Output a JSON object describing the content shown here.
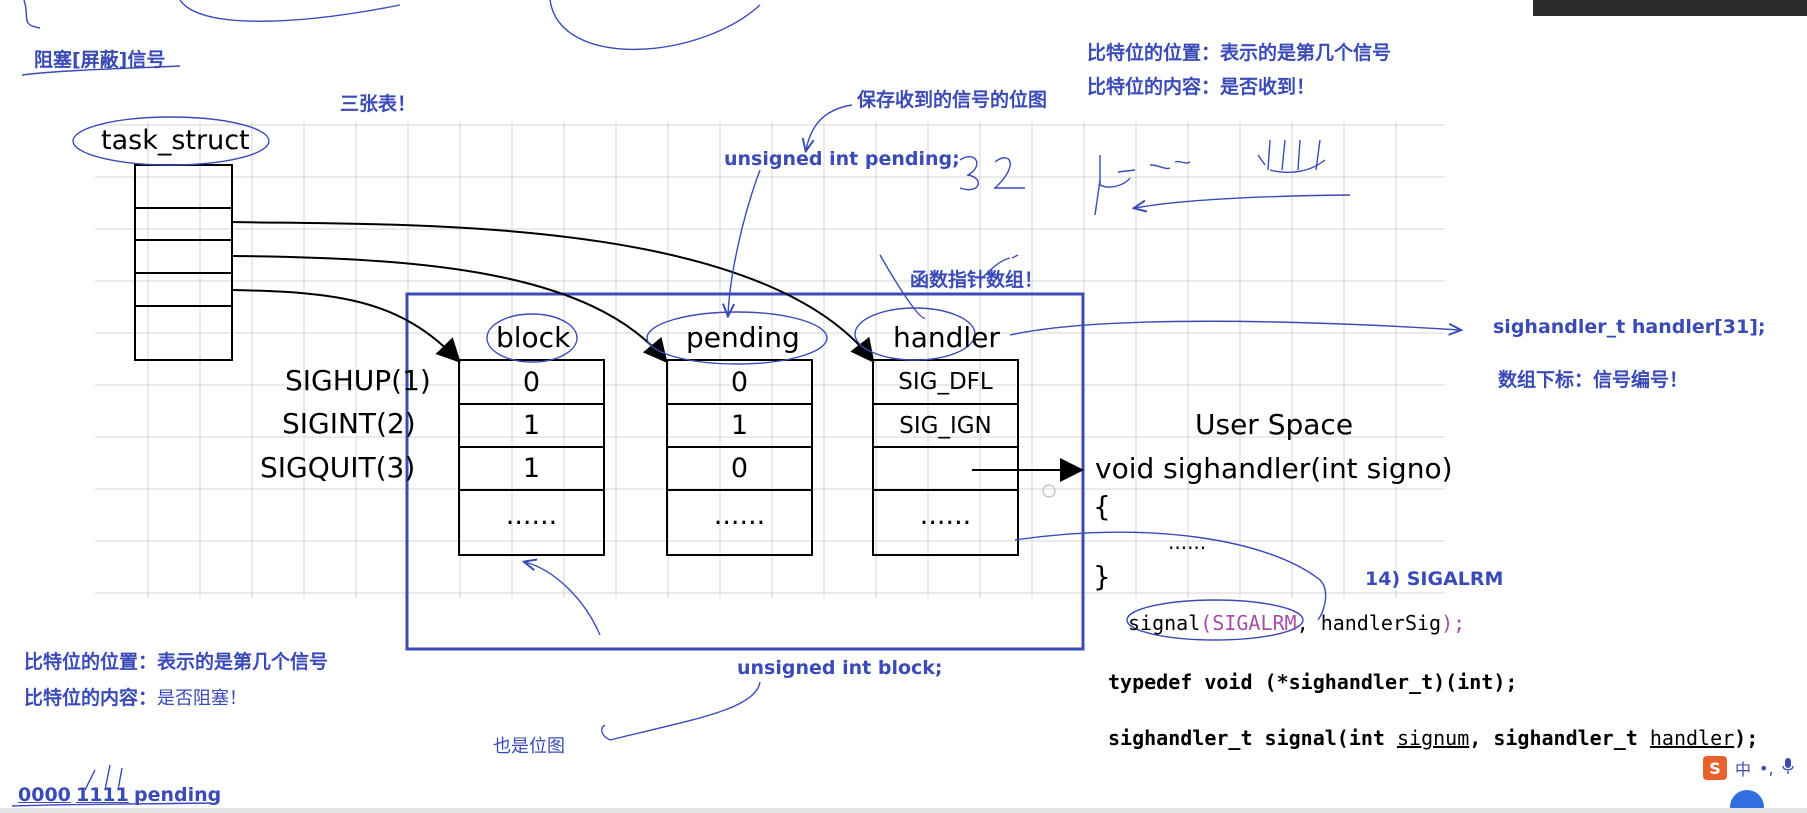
{
  "top_notes": {
    "blocking_signal": "阻塞[屏蔽]信号",
    "three_tables": "三张表！",
    "save_bitmap": "保存收到的信号的位图",
    "bit_position_signal": "比特位的位置：表示的是第几个信号",
    "bit_content_received": "比特位的内容：是否收到！"
  },
  "task_struct": {
    "label": "task_struct"
  },
  "pending_decl": "unsigned int pending;",
  "func_ptr_array": "函数指针数组！",
  "handler_decl": "sighandler_t handler[31];",
  "array_index_note": "数组下标：信号编号！",
  "signals": [
    "SIGHUP(1)",
    "SIGINT(2)",
    "SIGQUIT(3)"
  ],
  "tables": {
    "block": {
      "header": "block",
      "values": [
        "0",
        "1",
        "1",
        "......"
      ]
    },
    "pending": {
      "header": "pending",
      "values": [
        "0",
        "1",
        "0",
        "......"
      ]
    },
    "handler": {
      "header": "handler",
      "values": [
        "SIG_DFL",
        "SIG_IGN",
        "",
        "......"
      ]
    }
  },
  "user_space": {
    "title": "User Space",
    "signature": "void sighandler(int signo)",
    "open_brace": "{",
    "body": "......",
    "close_brace": "}"
  },
  "sigalrm_note": "14) SIGALRM",
  "code": {
    "signal_fn": "signal",
    "paren_open": "(",
    "signal_arg": "SIGALRM",
    "comma": ", ",
    "handler_arg": "handlerSig",
    "paren_close": ");",
    "typedef_line": "typedef void (*sighandler_t)(int);",
    "proto_start": "sighandler_t signal(int ",
    "proto_signum": "signum",
    "proto_mid": ", sighandler_t ",
    "proto_handler": "handler",
    "proto_end": ");"
  },
  "block_decl": "unsigned int block;",
  "also_bitmap": "也是位图",
  "bottom_notes": {
    "bit_position_label": "比特位的位置：",
    "bit_position_text": "表示的是第几个信号",
    "bit_content_label": "比特位的内容：",
    "bit_content_text": "是否阻塞！"
  },
  "bitmap_example": {
    "high_bits": "0000",
    "low_bits": "1111",
    "name": "pending"
  },
  "ime": {
    "glyph": "S",
    "lang": "中",
    "punct": "•,",
    "mic_icon": "mic-icon"
  },
  "colors": {
    "accent_blue": "#3a4bb8",
    "ink": "#000000",
    "grid": "#d4d4d4",
    "sigalrm_purple": "#a64fa6"
  }
}
